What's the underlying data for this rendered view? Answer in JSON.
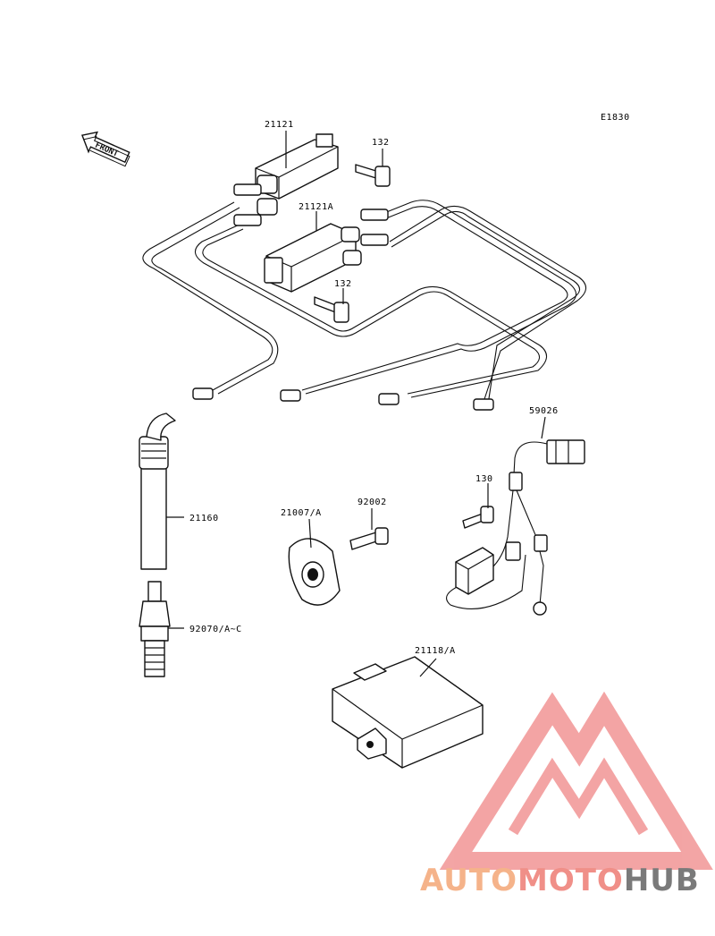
{
  "diagram": {
    "code": "E1830",
    "front_label": "FRONT",
    "parts": [
      {
        "key": "ignition_coil",
        "label": "21121"
      },
      {
        "key": "bolt_top",
        "label": "132"
      },
      {
        "key": "ignition_coil_a",
        "label": "21121A"
      },
      {
        "key": "bolt_mid",
        "label": "132"
      },
      {
        "key": "pickup_harness",
        "label": "59026"
      },
      {
        "key": "plug_cap",
        "label": "21160"
      },
      {
        "key": "bolt_130",
        "label": "130"
      },
      {
        "key": "rotor",
        "label": "21007/A"
      },
      {
        "key": "screw",
        "label": "92002"
      },
      {
        "key": "spark_plug",
        "label": "92070/A~C"
      },
      {
        "key": "igniter",
        "label": "21118/A"
      }
    ]
  },
  "watermark": {
    "parts": [
      "AUTO",
      "MOTO",
      "HUB"
    ],
    "colors": {
      "auto": "#f5b38a",
      "moto": "#f08f88",
      "hub": "#7a7a7a",
      "logo": "#f29b9b"
    }
  }
}
